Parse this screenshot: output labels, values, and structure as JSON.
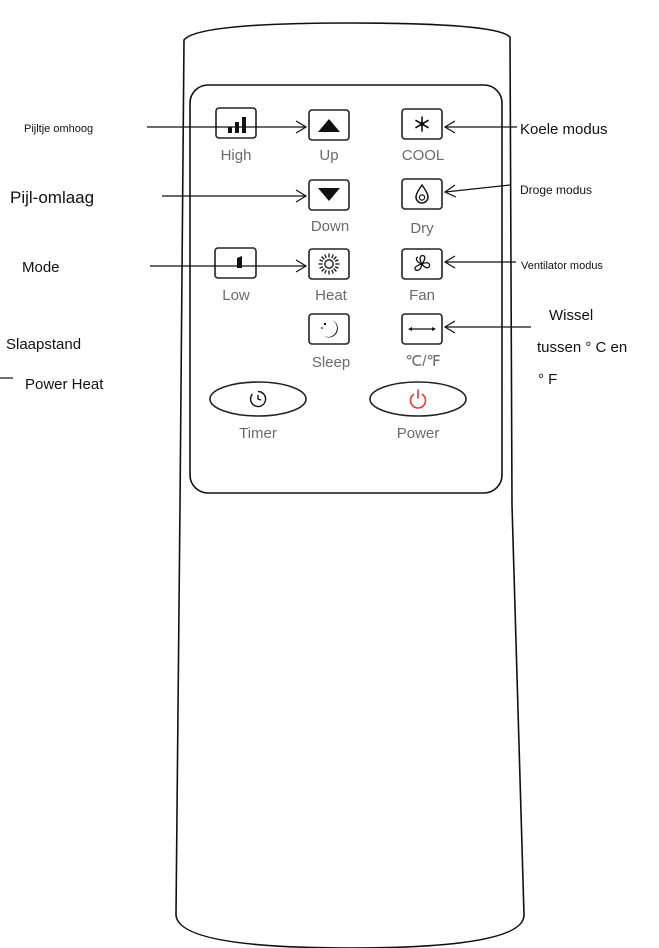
{
  "buttons": {
    "high": "High",
    "up": "Up",
    "cool": "COOL",
    "down": "Down",
    "dry": "Dry",
    "low": "Low",
    "heat": "Heat",
    "fan": "Fan",
    "sleep": "Sleep",
    "cf": "℃/℉",
    "timer": "Timer",
    "power": "Power"
  },
  "callouts": {
    "pijltje_omhoog": "Pijltje omhoog",
    "pijl_omlaag": "Pijl-omlaag",
    "mode": "Mode",
    "slaapstand": "Slaapstand",
    "power_heat": "Power Heat",
    "koele_modus": "Koele modus",
    "droge_modus": "Droge modus",
    "ventilator_modus": "Ventilator modus",
    "wissel_line1": "Wissel",
    "wissel_line2": "tussen ° C en",
    "wissel_line3": "° F"
  },
  "icons": {
    "high": "signal-bars-icon",
    "up": "triangle-up-icon",
    "cool": "snowflake-icon",
    "down": "triangle-down-icon",
    "dry": "droplet-icon",
    "low": "single-bar-icon",
    "heat": "sun-icon",
    "fan": "fan-icon",
    "sleep": "moon-icon",
    "cf": "double-arrow-icon",
    "timer": "clock-icon",
    "power": "power-icon"
  },
  "colors": {
    "power_icon": "#e23a3a",
    "label_gray": "#6a6a6a"
  }
}
